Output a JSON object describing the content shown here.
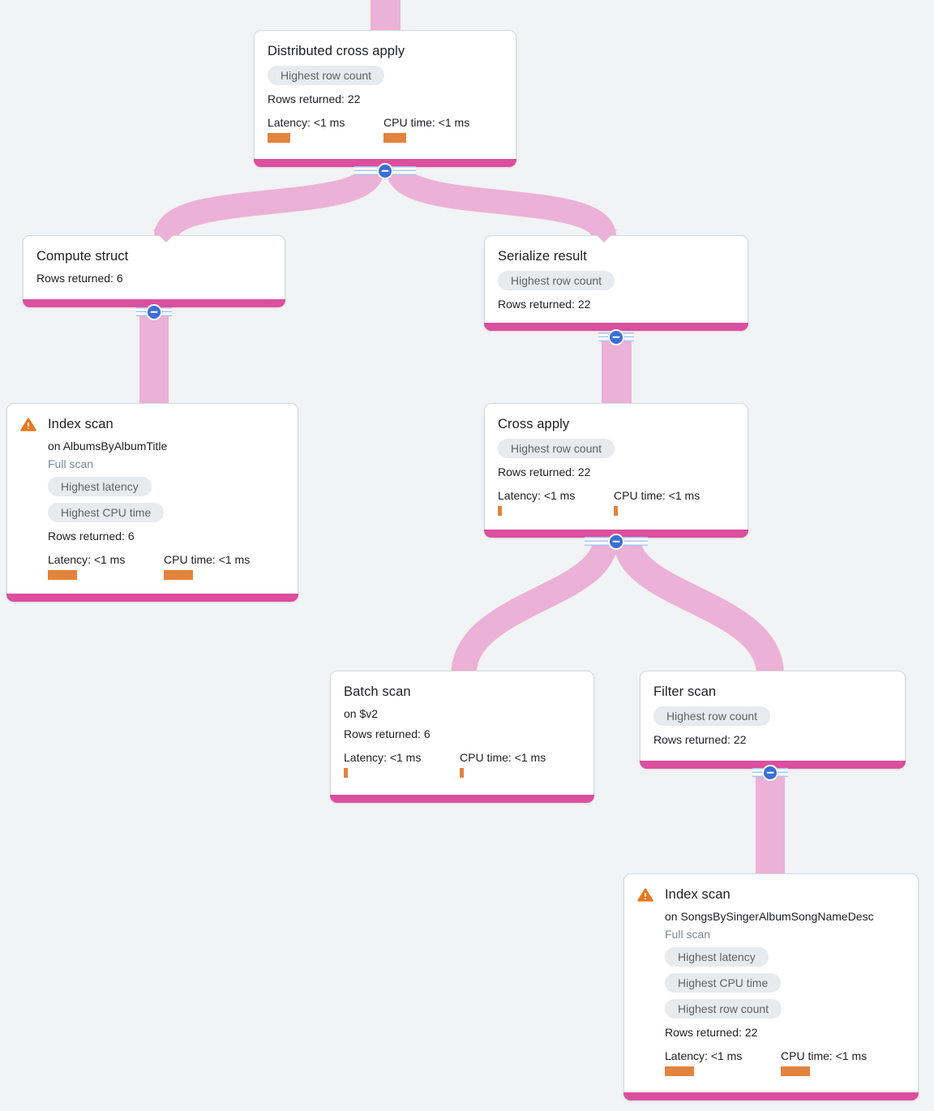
{
  "colors": {
    "background": "#f1f3f4",
    "node_pink": "#dc4f9e",
    "link_pink": "#ecb1d6",
    "bar_orange": "#e2833e",
    "warn_orange": "#e8781e",
    "btn_blue": "#3b6fd3",
    "btn_stripe": "#a9c5f1",
    "chip_bg": "#e8eaed",
    "chip_text": "#5f6368",
    "text": "#202124",
    "muted": "#80868b"
  },
  "icons": {
    "warning": "warning-triangle-icon",
    "collapse": "minus-circle-icon"
  },
  "nodes": {
    "dca": {
      "title": "Distributed cross apply",
      "badges": [
        "Highest row count"
      ],
      "rows": "Rows returned: 22",
      "latency": "Latency: <1 ms",
      "cpu": "CPU time: <1 ms",
      "latency_bar": 28,
      "cpu_bar": 28
    },
    "compute": {
      "title": "Compute struct",
      "rows": "Rows returned: 6"
    },
    "serialize": {
      "title": "Serialize result",
      "badges": [
        "Highest row count"
      ],
      "rows": "Rows returned: 22"
    },
    "index_albums": {
      "title": "Index scan",
      "on": "on AlbumsByAlbumTitle",
      "note": "Full scan",
      "badges": [
        "Highest latency",
        "Highest CPU time"
      ],
      "rows": "Rows returned: 6",
      "latency": "Latency: <1 ms",
      "cpu": "CPU time: <1 ms",
      "latency_bar": 36,
      "cpu_bar": 36
    },
    "cross": {
      "title": "Cross apply",
      "badges": [
        "Highest row count"
      ],
      "rows": "Rows returned: 22",
      "latency": "Latency: <1 ms",
      "cpu": "CPU time: <1 ms",
      "latency_bar": 5,
      "cpu_bar": 5
    },
    "batch": {
      "title": "Batch scan",
      "on": "on $v2",
      "rows": "Rows returned: 6",
      "latency": "Latency: <1 ms",
      "cpu": "CPU time: <1 ms",
      "latency_bar": 5,
      "cpu_bar": 5
    },
    "filter": {
      "title": "Filter scan",
      "badges": [
        "Highest row count"
      ],
      "rows": "Rows returned: 22"
    },
    "index_songs": {
      "title": "Index scan",
      "on": "on SongsBySingerAlbumSongNameDesc",
      "note": "Full scan",
      "badges": [
        "Highest latency",
        "Highest CPU time",
        "Highest row count"
      ],
      "rows": "Rows returned: 22",
      "latency": "Latency: <1 ms",
      "cpu": "CPU time: <1 ms",
      "latency_bar": 36,
      "cpu_bar": 36
    }
  }
}
